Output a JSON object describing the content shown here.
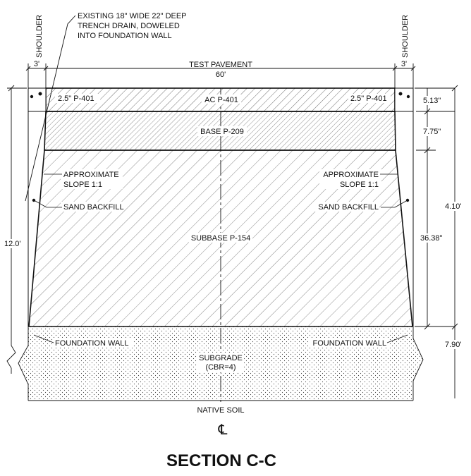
{
  "notes": {
    "trench_drain": [
      "EXISTING 18\" WIDE 22\" DEEP",
      "TRENCH DRAIN, DOWELED",
      "INTO FOUNDATION WALL"
    ]
  },
  "shoulder_left": "SHOULDER",
  "shoulder_right": "SHOULDER",
  "top_dims": {
    "left": "3'",
    "center_label": "TEST PAVEMENT",
    "center": "60'",
    "right": "3'"
  },
  "layers": {
    "ac_left": "2.5\" P-401",
    "ac_center": "AC P-401",
    "ac_right": "2.5\" P-401",
    "base": "BASE P-209",
    "subbase": "SUBBASE P-154",
    "subgrade_line1": "SUBGRADE",
    "subgrade_line2": "(CBR=4)",
    "native_soil": "NATIVE SOIL"
  },
  "annotations": {
    "slope_left": [
      "APPROXIMATE",
      "SLOPE 1:1"
    ],
    "slope_right": [
      "APPROXIMATE",
      "SLOPE 1:1"
    ],
    "sand_left": "SAND BACKFILL",
    "sand_right": "SAND BACKFILL",
    "foundation_left": "FOUNDATION WALL",
    "foundation_right": "FOUNDATION WALL"
  },
  "right_dims": {
    "ac": "5.13\"",
    "base": "7.75\"",
    "subbase": "36.38\"",
    "total_upper": "4.10'",
    "subgrade": "7.90'"
  },
  "left_dims": {
    "total": "12.0'"
  },
  "centerline_symbol": "℄",
  "section_title": "SECTION C-C"
}
